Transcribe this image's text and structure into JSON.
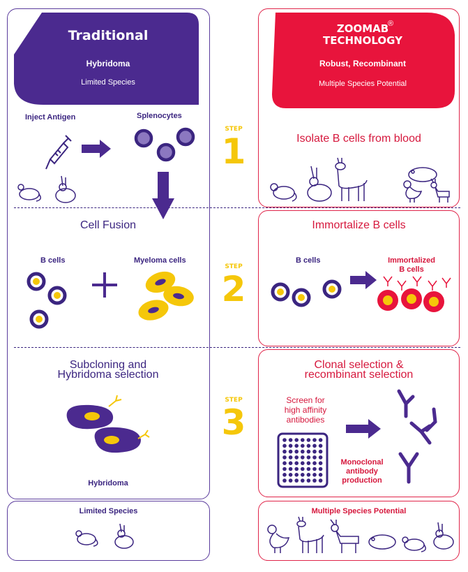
{
  "traditional": {
    "title": "Traditional",
    "subtitle": "Hybridoma",
    "note": "Limited Species",
    "step1": {
      "inject_label": "Inject Antigen",
      "splenocytes_label": "Splenocytes"
    },
    "step2": {
      "title": "Cell Fusion",
      "bcells_label": "B cells",
      "myeloma_label": "Myeloma cells"
    },
    "step3": {
      "title_line1": "Subcloning and",
      "title_line2": "Hybridoma selection",
      "hybridoma_label": "Hybridoma"
    },
    "footer": {
      "label": "Limited Species"
    }
  },
  "zoomab": {
    "title_line1": "ZOOMAB",
    "registered": "®",
    "title_line2": "TECHNOLOGY",
    "subtitle": "Robust, Recombinant",
    "note": "Multiple Species Potential",
    "step1": {
      "title": "Isolate B cells from blood"
    },
    "step2": {
      "title": "Immortalize B cells",
      "bcells_label": "B cells",
      "immortalized_line1": "Immortalized",
      "immortalized_line2": "B cells"
    },
    "step3": {
      "title_line1": "Clonal selection &",
      "title_line2": "recombinant selection",
      "screen_line1": "Screen for",
      "screen_line2": "high affinity",
      "screen_line3": "antibodies",
      "mono_line1": "Monoclonal",
      "mono_line2": "antibody",
      "mono_line3": "production"
    },
    "footer": {
      "label": "Multiple Species Potential"
    }
  },
  "steps": [
    {
      "label": "STEP",
      "number": "1"
    },
    {
      "label": "STEP",
      "number": "2"
    },
    {
      "label": "STEP",
      "number": "3"
    }
  ],
  "colors": {
    "purple": "#4b2a8f",
    "dark_purple": "#3b2580",
    "red": "#e8143c",
    "gold": "#f5c70a",
    "light_purple": "#8c78c0"
  }
}
